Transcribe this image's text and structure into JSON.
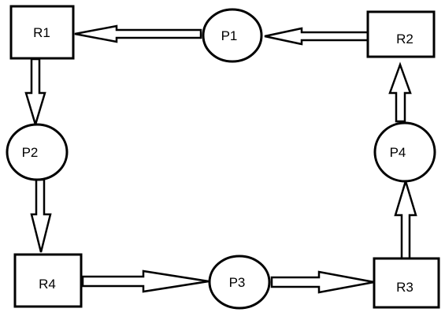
{
  "diagram": {
    "nodes": [
      {
        "id": "R1",
        "label": "R1",
        "kind": "resource"
      },
      {
        "id": "R2",
        "label": "R2",
        "kind": "resource"
      },
      {
        "id": "R3",
        "label": "R3",
        "kind": "resource"
      },
      {
        "id": "R4",
        "label": "R4",
        "kind": "resource"
      },
      {
        "id": "P1",
        "label": "P1",
        "kind": "process"
      },
      {
        "id": "P2",
        "label": "P2",
        "kind": "process"
      },
      {
        "id": "P3",
        "label": "P3",
        "kind": "process"
      },
      {
        "id": "P4",
        "label": "P4",
        "kind": "process"
      }
    ],
    "edges": [
      {
        "from": "R1",
        "to": "P2"
      },
      {
        "from": "P2",
        "to": "R4"
      },
      {
        "from": "R4",
        "to": "P3"
      },
      {
        "from": "P3",
        "to": "R3"
      },
      {
        "from": "R3",
        "to": "P4"
      },
      {
        "from": "P4",
        "to": "R2"
      },
      {
        "from": "R2",
        "to": "P1"
      },
      {
        "from": "P1",
        "to": "R1"
      }
    ],
    "colors": {
      "stroke": "#000000",
      "fill": "#ffffff"
    }
  }
}
